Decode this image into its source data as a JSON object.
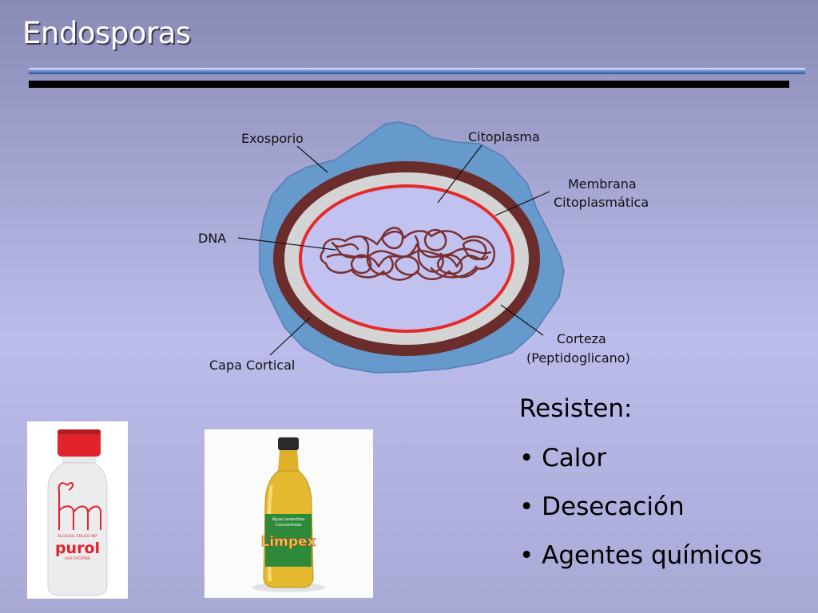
{
  "slide": {
    "title": "Endosporas"
  },
  "diagram": {
    "labels": {
      "exosporio": "Exosporio",
      "citoplasma": "Citoplasma",
      "membrana_line1": "Membrana",
      "membrana_line2": "Citoplasmática",
      "dna": "DNA",
      "corteza_line1": "Corteza",
      "corteza_line2": "(Peptidoglicano)",
      "capa_cortical": "Capa Cortical"
    },
    "colors": {
      "exosporium": "#6699cc",
      "coat": "#6b2c2c",
      "cortex": "#d4d4d4",
      "membrane": "#e52a2a",
      "cytoplasm": "#c2c2f0",
      "dna": "#7a3030"
    }
  },
  "resist": {
    "heading": "Resisten:",
    "items": [
      "• Calor",
      "• Desecación",
      "• Agentes químicos"
    ]
  },
  "photos": {
    "purol": {
      "label": "purol",
      "small_lines": [
        "ALCOHOL ETILICO 96º",
        "USO EXTERNO"
      ]
    },
    "lavandina": {
      "label_line1": "Agua Lavandina",
      "label_line2": "Concentrada",
      "brand": "Limpex"
    }
  }
}
